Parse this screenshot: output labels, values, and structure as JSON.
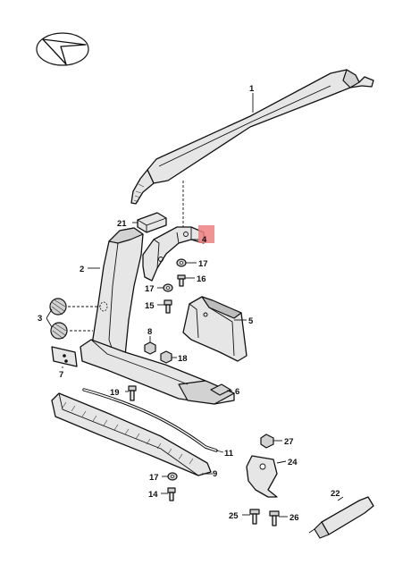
{
  "diagram": {
    "highlight_color": "#f08080",
    "callouts": [
      {
        "id": "c1",
        "text": "1"
      },
      {
        "id": "c2",
        "text": "2"
      },
      {
        "id": "c3",
        "text": "3"
      },
      {
        "id": "c4",
        "text": "4"
      },
      {
        "id": "c5",
        "text": "5"
      },
      {
        "id": "c6",
        "text": "6"
      },
      {
        "id": "c7",
        "text": "7"
      },
      {
        "id": "c8",
        "text": "8"
      },
      {
        "id": "c9",
        "text": "9"
      },
      {
        "id": "c11",
        "text": "11"
      },
      {
        "id": "c14",
        "text": "14"
      },
      {
        "id": "c15",
        "text": "15"
      },
      {
        "id": "c16",
        "text": "16"
      },
      {
        "id": "c17a",
        "text": "17"
      },
      {
        "id": "c17b",
        "text": "17"
      },
      {
        "id": "c17c",
        "text": "17"
      },
      {
        "id": "c18",
        "text": "18"
      },
      {
        "id": "c19",
        "text": "19"
      },
      {
        "id": "c21",
        "text": "21"
      },
      {
        "id": "c22",
        "text": "22"
      },
      {
        "id": "c24",
        "text": "24"
      },
      {
        "id": "c25",
        "text": "25"
      },
      {
        "id": "c26",
        "text": "26"
      },
      {
        "id": "c27",
        "text": "27"
      }
    ]
  }
}
